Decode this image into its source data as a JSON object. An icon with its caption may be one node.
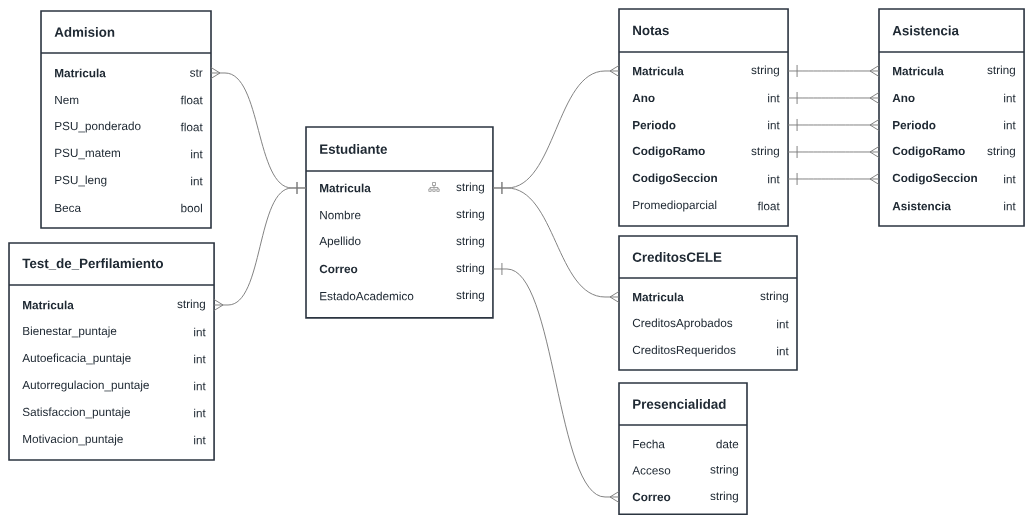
{
  "diagram": {
    "nodes": [
      {
        "text": [
          "Admision"
        ]
      },
      {
        "text": [
          "**Matricula**",
          "str"
        ],
        "in": 0
      },
      {
        "text": [
          "Nem",
          "float"
        ],
        "in": 0
      },
      {
        "text": [
          "PSU_ponderado",
          "float"
        ],
        "in": 0
      },
      {
        "text": [
          "PSU_matem",
          "int"
        ],
        "in": 0
      },
      {
        "text": [
          "PSU_leng",
          "int"
        ],
        "in": 0
      },
      {
        "text": [
          "Beca",
          "bool"
        ],
        "in": 0
      },
      {
        "text": [
          "Test_de_Perfilamiento"
        ]
      },
      {
        "text": [
          "**Matricula**",
          "string"
        ],
        "in": 7
      },
      {
        "text": [
          "Bienestar_puntaje",
          "int"
        ],
        "in": 7
      },
      {
        "text": [
          "Autoeficacia_puntaje",
          "int"
        ],
        "in": 7
      },
      {
        "text": [
          "Autorregulacion_puntaje",
          "int"
        ],
        "in": 7
      },
      {
        "text": [
          "Satisfaccion_puntaje",
          "int"
        ],
        "in": 7
      },
      {
        "text": [
          "Motivacion_puntaje",
          "int"
        ],
        "in": 7
      },
      {
        "text": [
          "Estudiante"
        ]
      },
      {
        "text": [
          "**Matricula**",
          "string"
        ],
        "in": 14
      },
      {
        "text": [
          "Nombre",
          "string"
        ],
        "in": 14
      },
      {
        "text": [
          "Apellido",
          "string"
        ],
        "in": 14
      },
      {
        "text": [
          "**Correo**",
          "string"
        ],
        "in": 14
      },
      {
        "text": [
          "EstadoAcademico",
          "string"
        ],
        "in": 14
      },
      {
        "text": [
          "Notas"
        ]
      },
      {
        "text": [
          "**Matricula**",
          "string"
        ],
        "in": 20
      },
      {
        "text": [
          "**Ano**",
          "int"
        ],
        "in": 20
      },
      {
        "text": [
          "**Periodo**",
          "int"
        ],
        "in": 20
      },
      {
        "text": [
          "**CodigoRamo**",
          "string"
        ],
        "in": 20
      },
      {
        "text": [
          "**CodigoSeccion**",
          "int"
        ],
        "in": 20
      },
      {
        "text": [
          "Promedioparcial",
          "float"
        ],
        "in": 20
      },
      {
        "text": [
          "Asistencia"
        ]
      },
      {
        "text": [
          "**Matricula**",
          "string"
        ],
        "in": 27
      },
      {
        "text": [
          "**Ano**",
          "int"
        ],
        "in": 27
      },
      {
        "text": [
          "**Periodo**",
          "int"
        ],
        "in": 27
      },
      {
        "text": [
          "**CodigoRamo**",
          "string"
        ],
        "in": 27
      },
      {
        "text": [
          "**CodigoSeccion**",
          "int"
        ],
        "in": 27
      },
      {
        "text": [
          "**Asistencia**",
          "int"
        ],
        "in": 27
      },
      {
        "text": [
          "CreditosCELE"
        ]
      },
      {
        "text": [
          "**Matricula**",
          "string"
        ],
        "in": 34
      },
      {
        "text": [
          "CreditosAprobados",
          "int"
        ],
        "in": 34
      },
      {
        "text": [
          "CreditosRequeridos",
          "int"
        ],
        "in": 34
      },
      {
        "text": [
          "Presencialidad"
        ]
      },
      {
        "text": [
          "Fecha",
          "date"
        ],
        "in": 38
      },
      {
        "text": [
          "Acceso",
          "string"
        ],
        "in": 38
      },
      {
        "text": [
          "**Correo**",
          "string"
        ],
        "in": 38
      }
    ],
    "edges": [
      {
        "from": 15,
        "to": 1,
        "arrow": "other"
      },
      {
        "from": 15,
        "to": 8,
        "arrow": "other"
      },
      {
        "from": 15,
        "to": 21,
        "arrow": "other"
      },
      {
        "from": 15,
        "to": 35,
        "arrow": "other"
      },
      {
        "from": 18,
        "to": 41,
        "arrow": "other"
      },
      {
        "from": 21,
        "to": 28,
        "arrow": "other"
      },
      {
        "from": 22,
        "to": 29,
        "arrow": "other"
      },
      {
        "from": 23,
        "to": 30,
        "arrow": "other"
      },
      {
        "from": 24,
        "to": 31,
        "arrow": "other"
      },
      {
        "from": 25,
        "to": 32,
        "arrow": "other"
      }
    ]
  }
}
